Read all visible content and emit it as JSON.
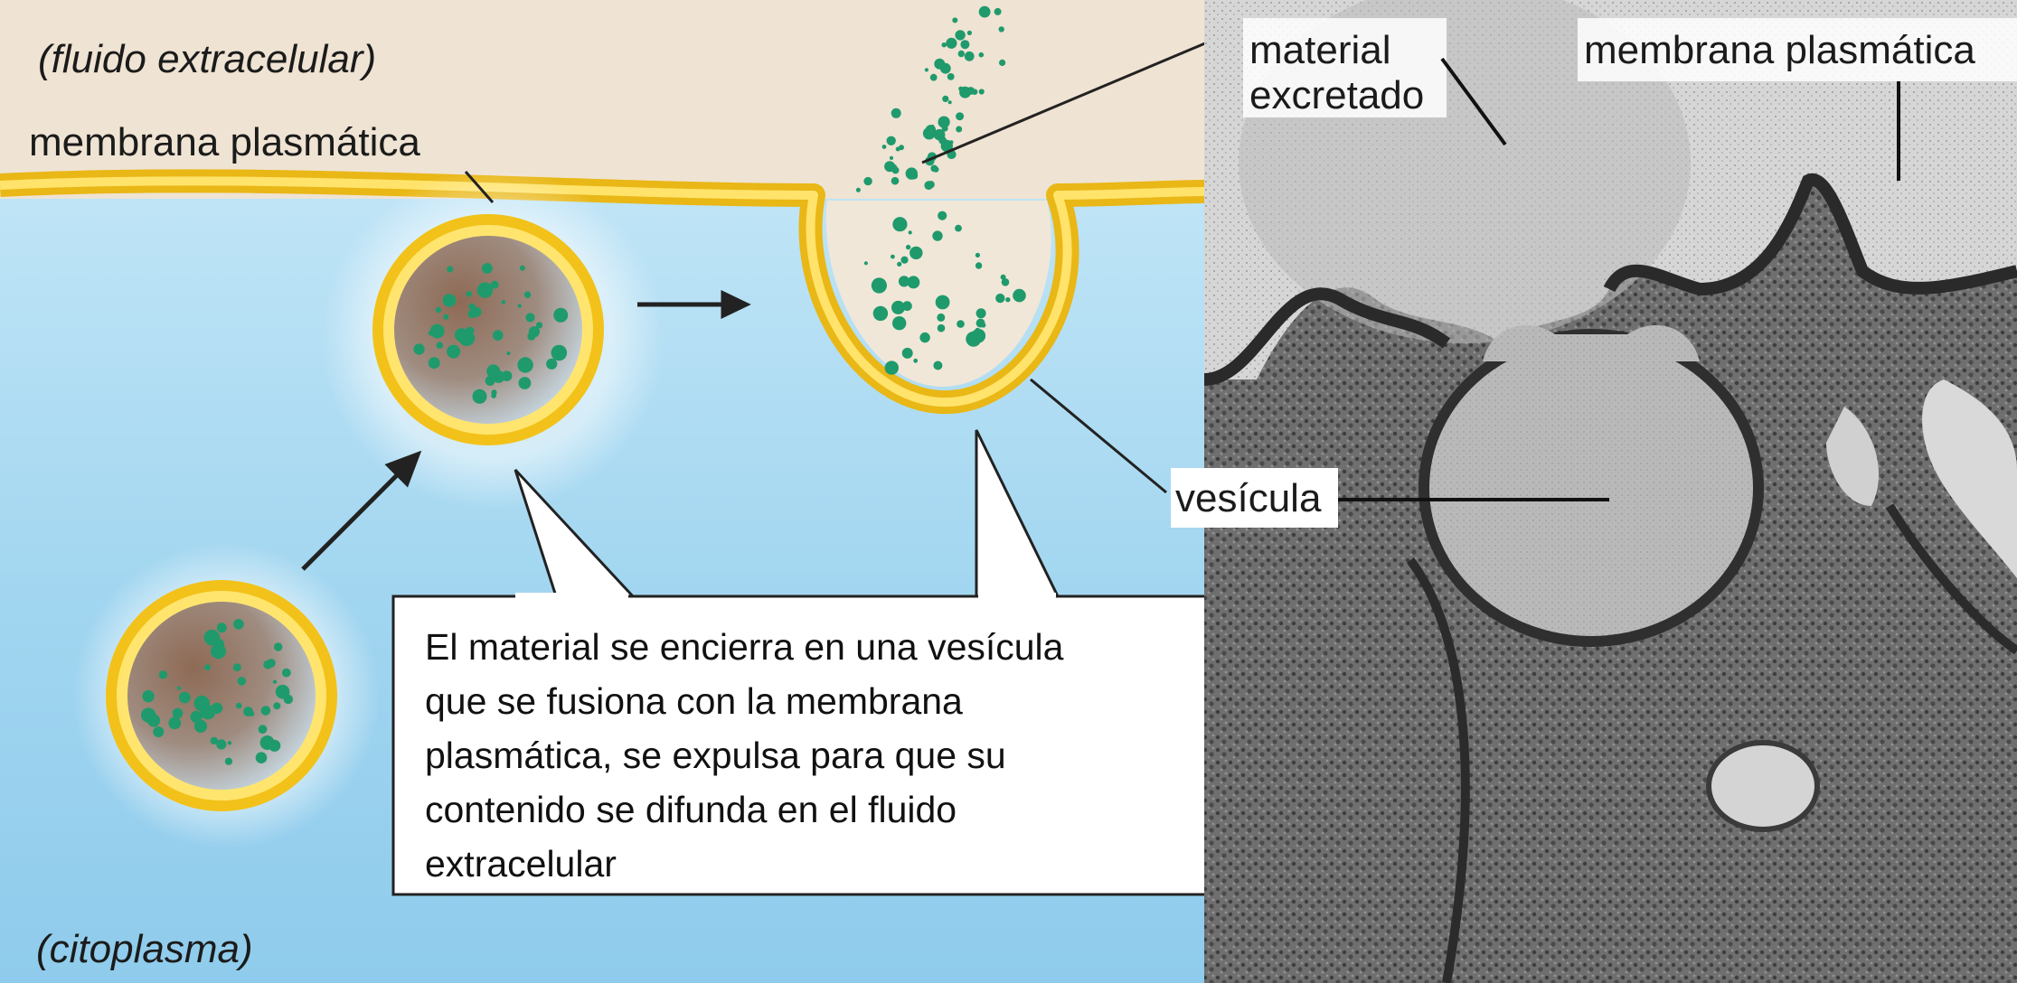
{
  "labels": {
    "extracellular_fluid": "(fluido extracelular)",
    "plasma_membrane_left": "membrana plasmática",
    "cytoplasm": "(citoplasma)",
    "excreted_material_line1": "material",
    "excreted_material_line2": "excretado",
    "plasma_membrane_right": "membrana plasmática",
    "vesicle": "vesícula"
  },
  "callout": {
    "lines": [
      "El material se encierra en una vesícula",
      "que se fusiona con la membrana",
      "plasmática, se expulsa para que su",
      "contenido se difunda en el fluido",
      "extracelular"
    ]
  },
  "colors": {
    "extracellular": "#efe3d3",
    "cytoplasm": "#9fd3ef",
    "membrane": "#f2c21a",
    "membrane_inner": "#ffe97a",
    "granules": "#1f9a6c",
    "micrograph_dark": "#4a4a4a",
    "micrograph_light": "#cfcfcf"
  }
}
